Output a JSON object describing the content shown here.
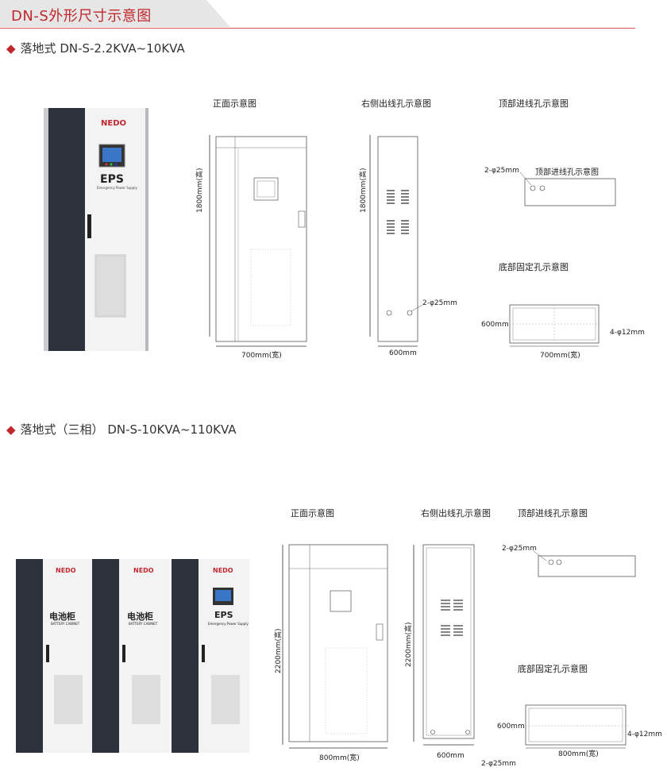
{
  "header": {
    "title": "DN-S外形尺寸示意图"
  },
  "section1": {
    "heading": "落地式 DN-S-2.2KVA~10KVA",
    "cabinet": {
      "brand": "NEDO",
      "label": "EPS",
      "sublabel": "Emergency Power Supply"
    },
    "front": {
      "title": "正面示意图",
      "height": "1800mm(高)",
      "width": "700mm(宽)"
    },
    "side": {
      "title": "右侧出线孔示意图",
      "height": "1800mm(高)",
      "width": "600mm",
      "hole": "2-φ25mm"
    },
    "top": {
      "title": "顶部进线孔示意图",
      "inner_title": "顶部进线孔示意图",
      "hole": "2-φ25mm"
    },
    "bottom": {
      "title": "底部固定孔示意图",
      "depth": "600mm",
      "width": "700mm(宽)",
      "hole": "4-φ12mm"
    }
  },
  "section2": {
    "heading": "落地式（三相） DN-S-10KVA~110KVA",
    "cabinets": [
      {
        "brand": "NEDO",
        "label": "电池柜",
        "sublabel": "BATTERY CABINET"
      },
      {
        "brand": "NEDO",
        "label": "电池柜",
        "sublabel": "BATTERY CABINET"
      },
      {
        "brand": "NEDO",
        "label": "EPS",
        "sublabel": "Emergency Power Supply"
      }
    ],
    "front": {
      "title": "正面示意图",
      "height": "2200mm(高)",
      "width": "800mm(宽)"
    },
    "side": {
      "title": "右侧出线孔示意图",
      "height": "2200mm(高)",
      "width": "600mm",
      "hole": "2-φ25mm"
    },
    "top": {
      "title": "顶部进线孔示意图",
      "hole": "2-φ25mm"
    },
    "bottom": {
      "title": "底部固定孔示意图",
      "depth": "600mm",
      "width": "800mm(宽)",
      "hole": "4-φ12mm"
    }
  }
}
